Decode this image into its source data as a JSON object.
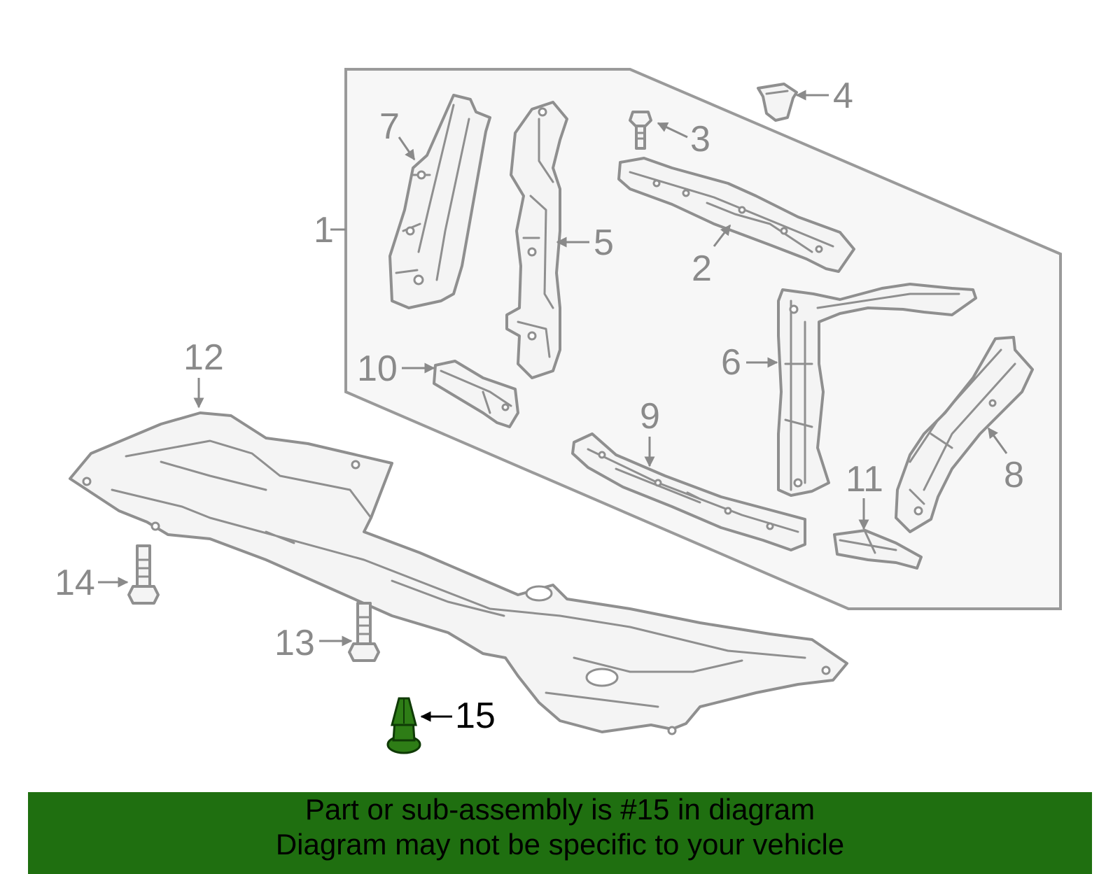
{
  "diagram": {
    "callouts": [
      "1",
      "2",
      "3",
      "4",
      "5",
      "6",
      "7",
      "8",
      "9",
      "10",
      "11",
      "12",
      "13",
      "14",
      "15"
    ],
    "highlighted_part": "15",
    "colors": {
      "highlight": "#2e7d16",
      "line": "#8f8f8f",
      "banner": "#1f6f10"
    }
  },
  "banner": {
    "line1": "Part or sub-assembly is #15 in diagram",
    "line2": "Diagram may not be specific to your vehicle"
  }
}
